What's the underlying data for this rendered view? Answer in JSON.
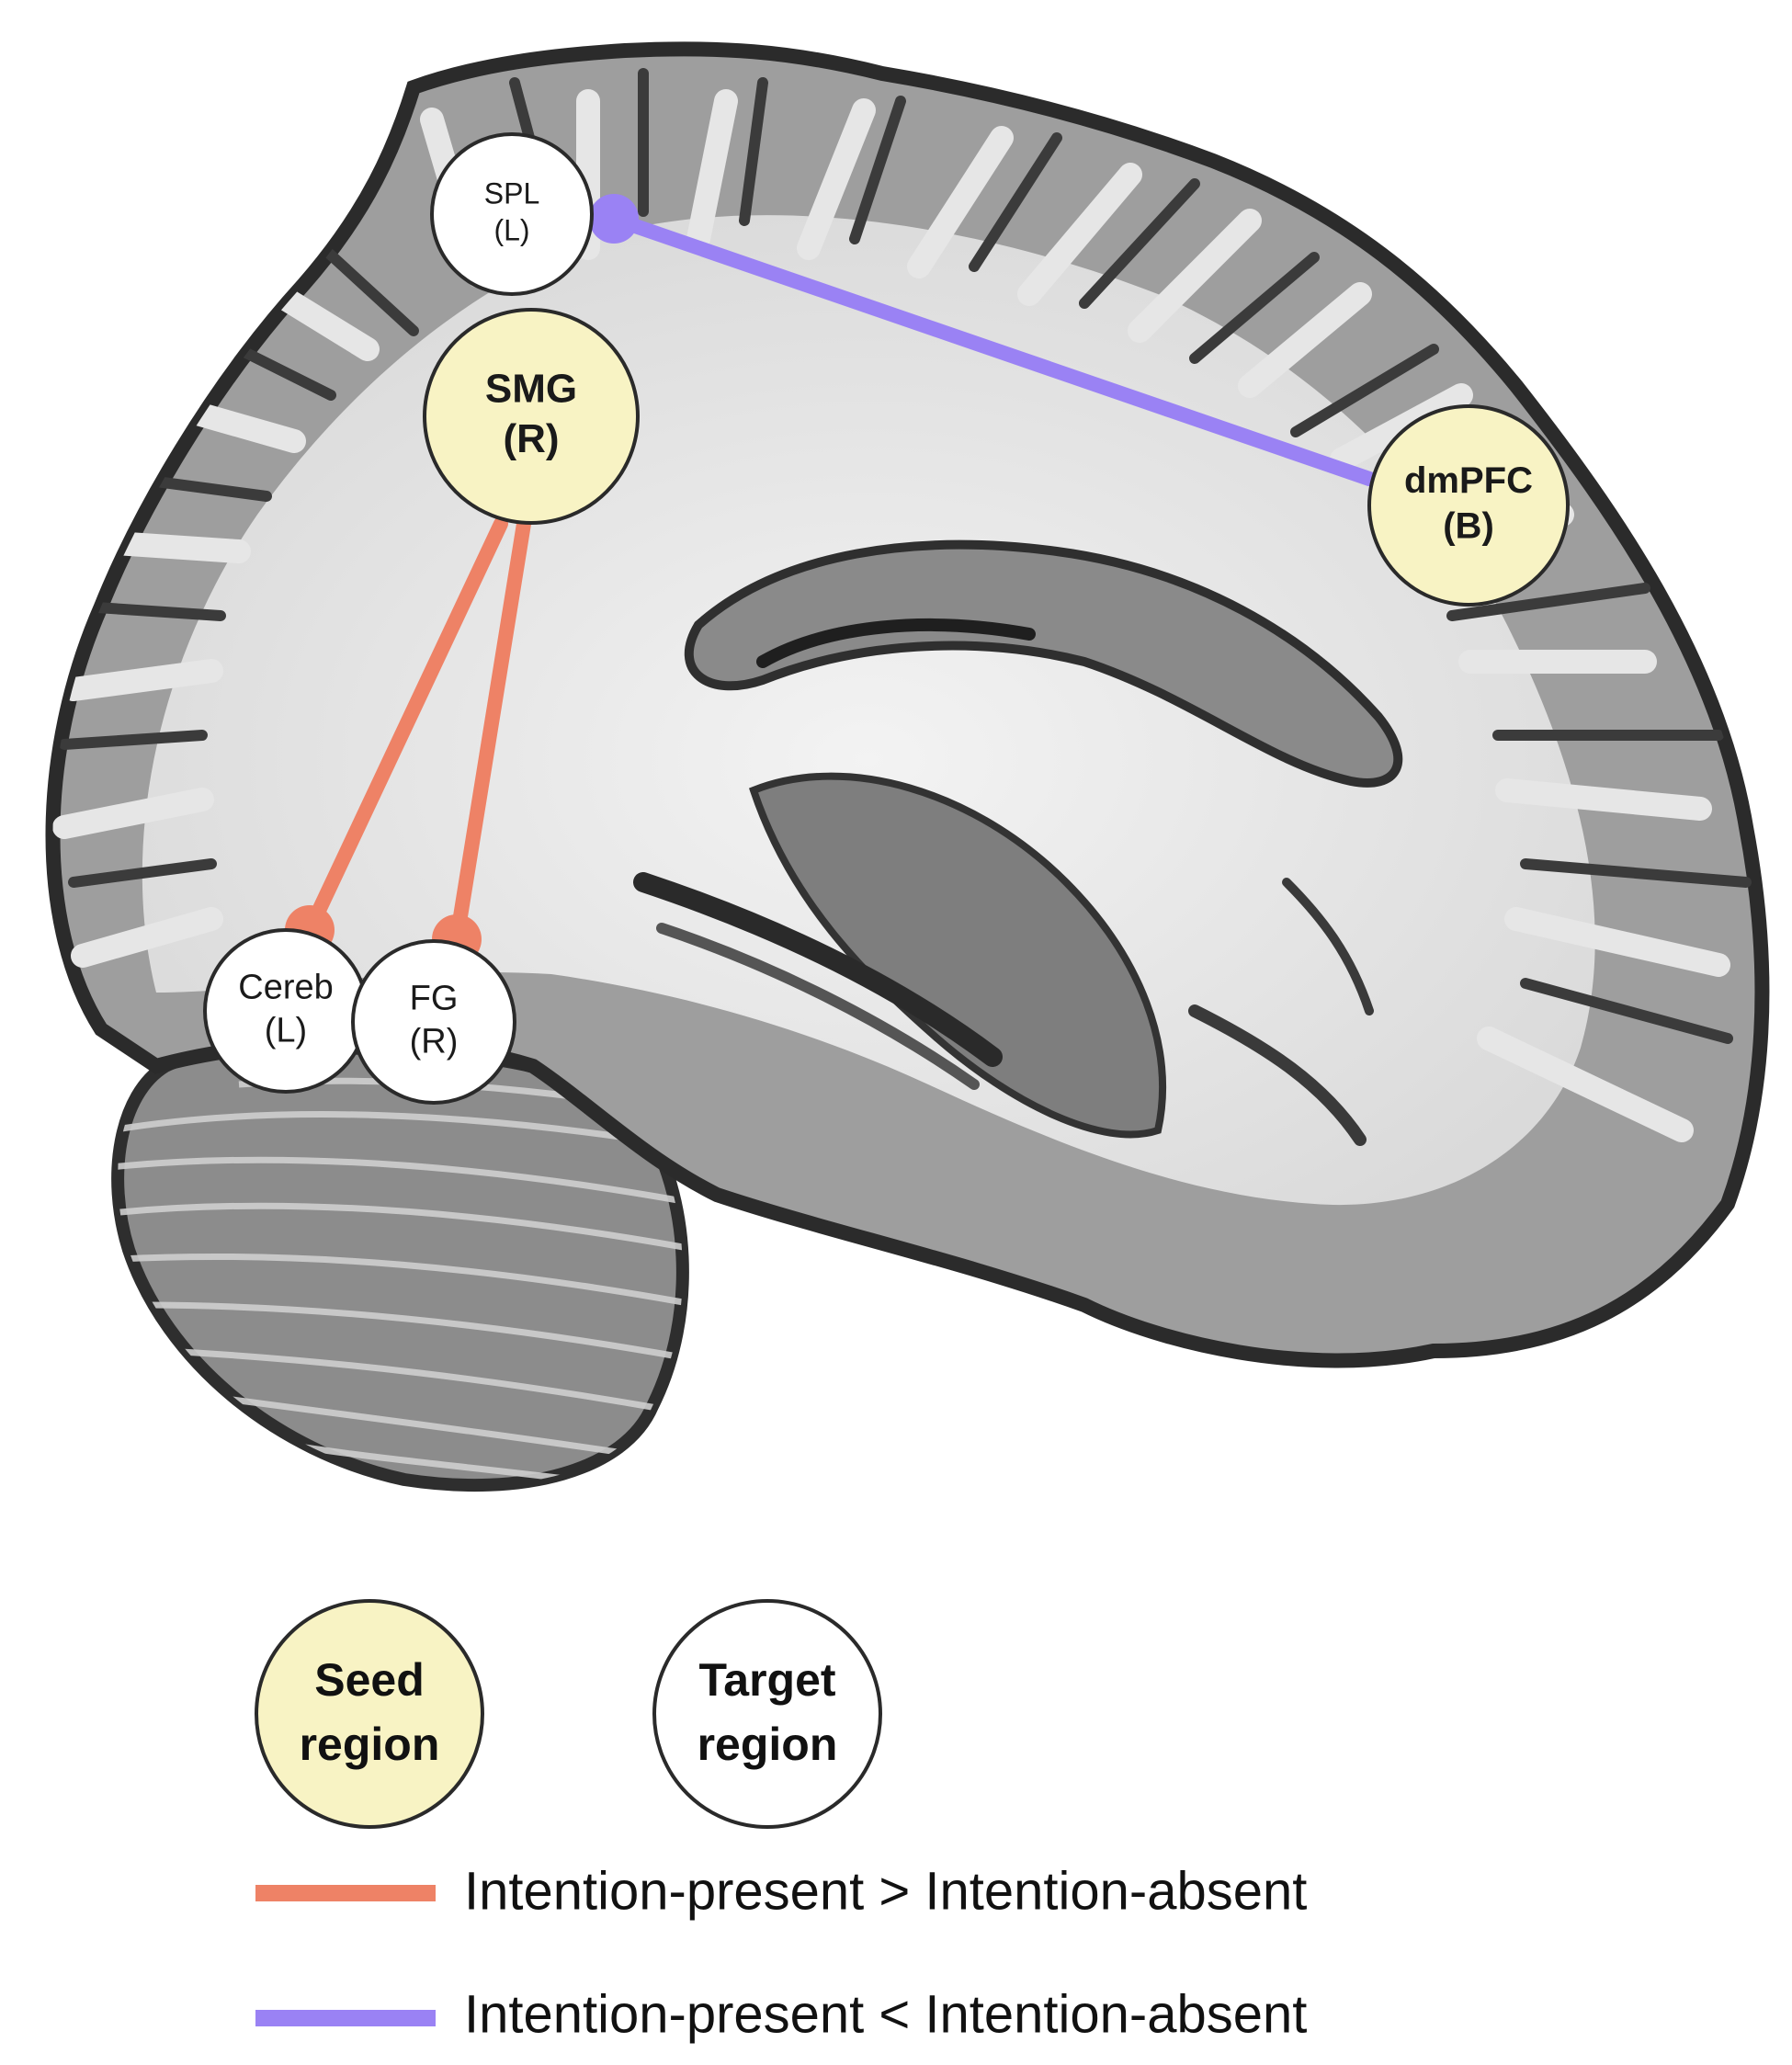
{
  "colors": {
    "seed_fill": "#f8f3c4",
    "target_fill": "#ffffff",
    "node_stroke": "#2a2a2a",
    "present_gt_absent": "#ee8266",
    "present_lt_absent": "#9a82f4",
    "brain_dark": "#3a3a3a",
    "brain_gray": "#a8a8a8",
    "brain_white": "#e9e9e9"
  },
  "regions": {
    "spl": {
      "line1": "SPL",
      "line2": "(L)",
      "role": "target"
    },
    "smg": {
      "line1": "SMG",
      "line2": "(R)",
      "role": "seed"
    },
    "dmpfc": {
      "line1": "dmPFC",
      "line2": "(B)",
      "role": "seed"
    },
    "cereb": {
      "line1": "Cereb",
      "line2": "(L)",
      "role": "target"
    },
    "fg": {
      "line1": "FG",
      "line2": "(R)",
      "role": "target"
    }
  },
  "connections": [
    {
      "from": "dmpfc",
      "to": "spl",
      "type": "present_lt_absent"
    },
    {
      "from": "smg",
      "to": "cereb",
      "type": "present_gt_absent"
    },
    {
      "from": "smg",
      "to": "fg",
      "type": "present_gt_absent"
    }
  ],
  "legend": {
    "seed": {
      "line1": "Seed",
      "line2": "region"
    },
    "target": {
      "line1": "Target",
      "line2": "region"
    },
    "present_gt_absent_label": "Intention-present > Intention-absent",
    "present_lt_absent_label": "Intention-present < Intention-absent"
  }
}
